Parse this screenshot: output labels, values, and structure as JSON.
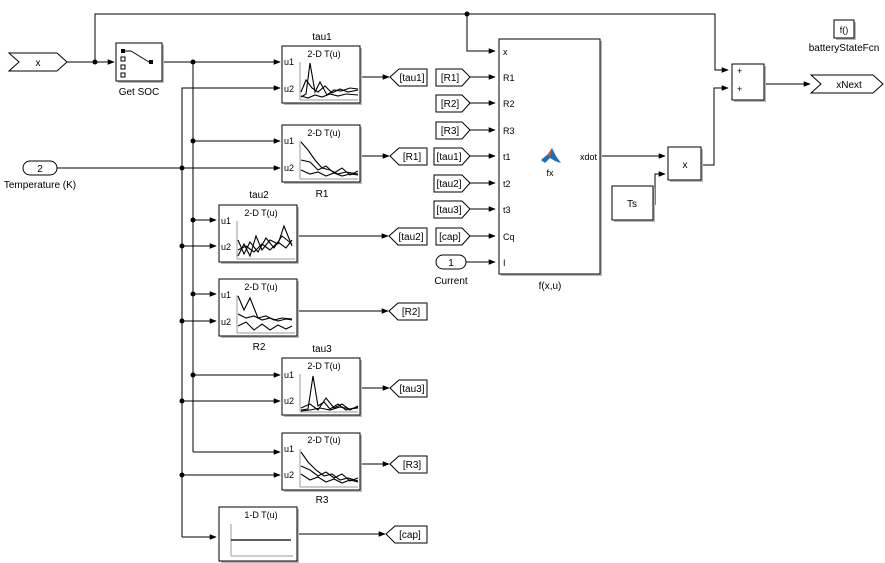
{
  "inports": {
    "x": "x",
    "temperature_num": "2",
    "temperature_label": "Temperature (K)",
    "current_num": "1",
    "current_label": "Current"
  },
  "blocks": {
    "get_soc": "Get SOC",
    "ts": "Ts",
    "product": "x",
    "sum_plus1": "+",
    "sum_plus2": "+",
    "function_block": "f()",
    "function_label": "batteryStateFcn",
    "fx_block": "f(x,u)",
    "fx_icon_text": "fx",
    "fx_output": "xdot"
  },
  "luts": {
    "title_2d": "2-D T(u)",
    "title_1d": "1-D T(u)",
    "u1": "u1",
    "u2": "u2",
    "tau1": "tau1",
    "r1": "R1",
    "tau2": "tau2",
    "r2": "R2",
    "tau3": "tau3",
    "r3": "R3"
  },
  "gotos": {
    "tau1": "[tau1]",
    "r1": "[R1]",
    "tau2": "[tau2]",
    "r2": "[R2]",
    "tau3": "[tau3]",
    "r3": "[R3]",
    "cap": "[cap]"
  },
  "froms": {
    "r1": "[R1]",
    "r2": "[R2]",
    "r3": "[R3]",
    "tau1": "[tau1]",
    "tau2": "[tau2]",
    "tau3": "[tau3]",
    "cap": "[cap]"
  },
  "fx_inputs": [
    "x",
    "R1",
    "R2",
    "R3",
    "t1",
    "t2",
    "t3",
    "Cq",
    "I"
  ],
  "outport": "xNext"
}
